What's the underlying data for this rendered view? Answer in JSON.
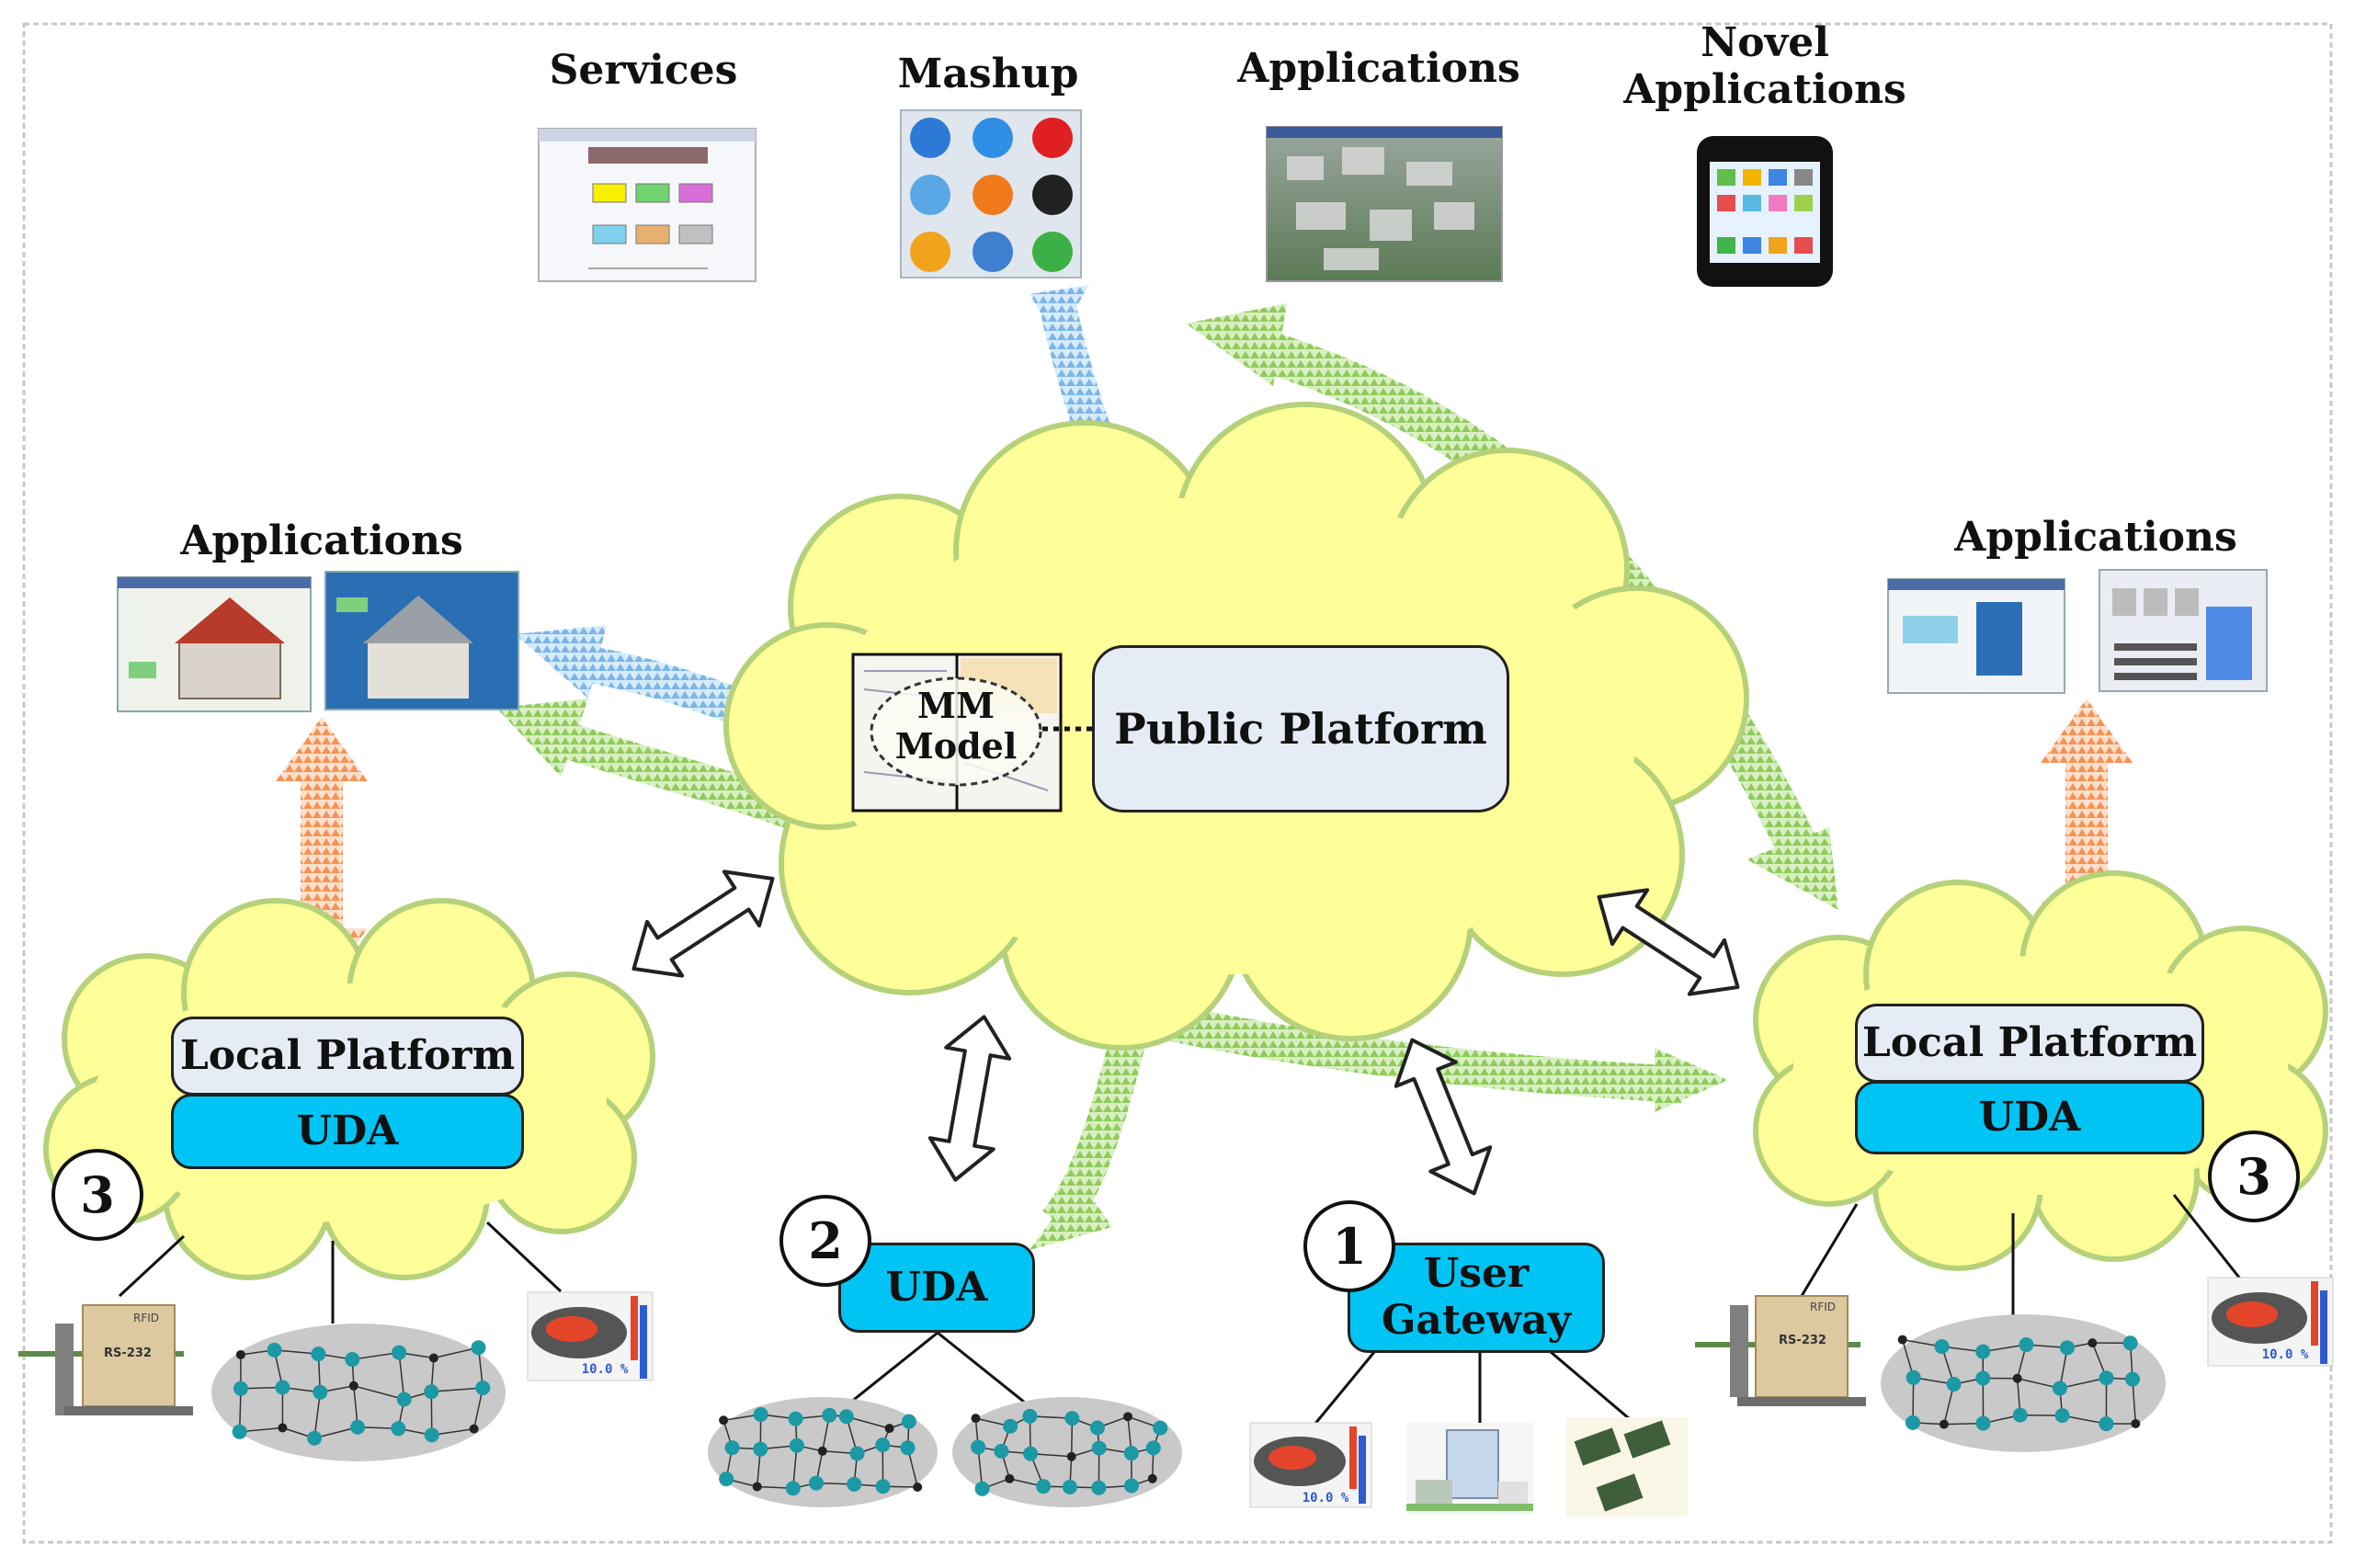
{
  "top_labels": {
    "services": "Services",
    "mashup": "Mashup",
    "applications": "Applications",
    "novel_line1": "Novel",
    "novel_line2": "Applications"
  },
  "side_labels": {
    "left_applications": "Applications",
    "right_applications": "Applications"
  },
  "center": {
    "mm_line1": "MM",
    "mm_line2": "Model",
    "public_platform": "Public Platform"
  },
  "left_cloud": {
    "local_platform": "Local Platform",
    "uda": "UDA",
    "badge": "3"
  },
  "right_cloud": {
    "local_platform": "Local Platform",
    "uda": "UDA",
    "badge": "3"
  },
  "middle_uda": {
    "uda": "UDA",
    "badge": "2"
  },
  "user_gateway": {
    "line1": "User",
    "line2": "Gateway",
    "badge": "1"
  },
  "device_labels": {
    "sensor_reading": "10.0 %",
    "rfid_tag": "RFID",
    "port": "RS-232"
  },
  "colors": {
    "cloud": "#ffff99",
    "platform": "#e6ecf5",
    "uda": "#00c4f4",
    "arrow_green": "#9fd36a",
    "arrow_blue": "#8cc3ee",
    "arrow_orange": "#f6a26a",
    "network_node": "#1b99a5"
  }
}
